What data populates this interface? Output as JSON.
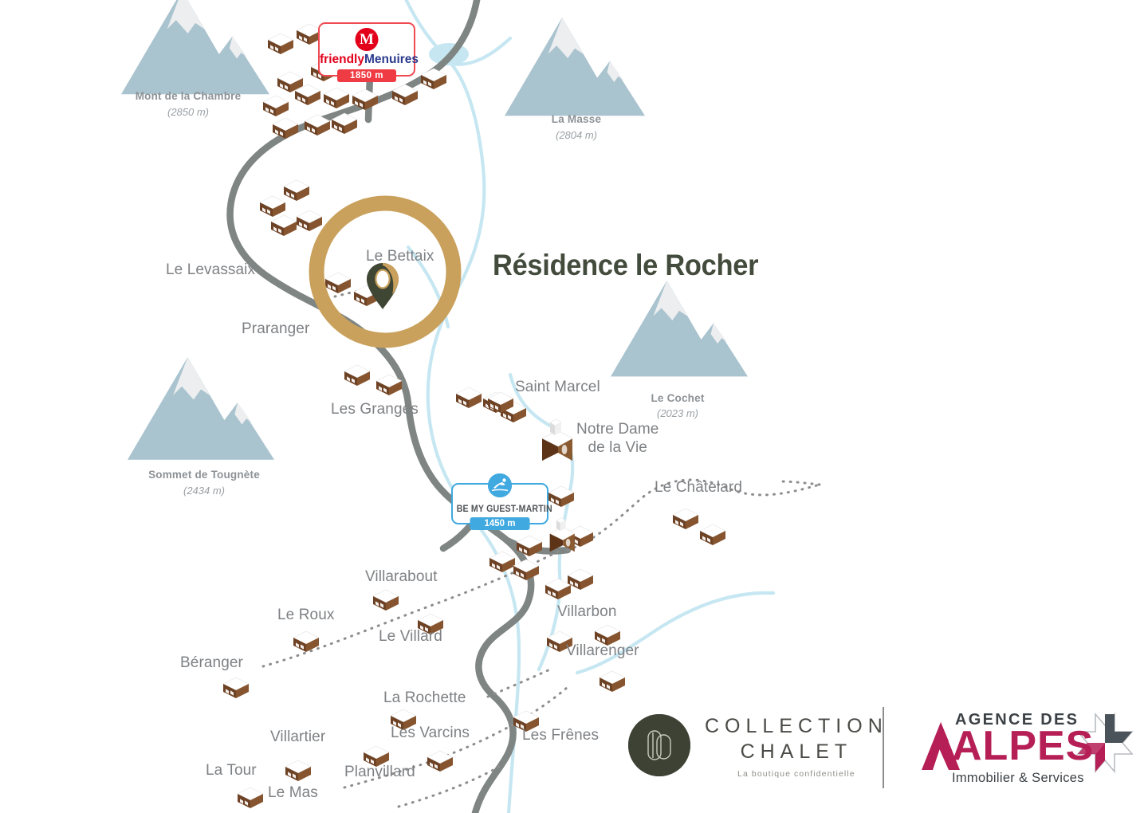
{
  "headline": {
    "title": "Résidence le Rocher"
  },
  "colors": {
    "highlight_gold": "#c9a15c",
    "pin_fill": "#3f4634",
    "mountain": "#a9c3cf",
    "mountain_snow": "#eceeef",
    "road": "#7f8582",
    "river": "#c6e7f2",
    "label_text": "#7e8184",
    "headline_text": "#434b3c",
    "menuires_red": "#e2001a",
    "menuires_blue": "#2b3a8f",
    "guest_blue": "#3fa9e0",
    "collection_dark": "#3d4235",
    "alpes_magenta": "#b51f56"
  },
  "signs": {
    "menuires": {
      "badge_icon": "m-monogram-icon",
      "word_part1": "friendly",
      "word_part2": "Menuires",
      "altitude": "1850 m"
    },
    "stmartin": {
      "badge_icon": "skier-icon",
      "word": "BE MY GUEST-MARTIN",
      "altitude": "1450 m"
    }
  },
  "mountains": [
    {
      "name": "Mont de la Chambre",
      "altitude": "(2850 m)"
    },
    {
      "name": "La Masse",
      "altitude": "(2804 m)"
    },
    {
      "name": "Sommet de Tougnète",
      "altitude": "(2434 m)"
    },
    {
      "name": "Le Cochet",
      "altitude": "(2023 m)"
    }
  ],
  "places": [
    {
      "name": "Le Levassaix"
    },
    {
      "name": "Le Bettaix"
    },
    {
      "name": "Praranger"
    },
    {
      "name": "Les Granges"
    },
    {
      "name": "Saint Marcel"
    },
    {
      "name": "Notre Dame",
      "name2": "de la Vie"
    },
    {
      "name": "Le Châtelard"
    },
    {
      "name": "Villarabout"
    },
    {
      "name": "Le Roux"
    },
    {
      "name": "Le Villard"
    },
    {
      "name": "Villarbon"
    },
    {
      "name": "Villarenger"
    },
    {
      "name": "Béranger"
    },
    {
      "name": "La Rochette"
    },
    {
      "name": "Les Varcins"
    },
    {
      "name": "Villartier"
    },
    {
      "name": "Les Frênes"
    },
    {
      "name": "La Tour"
    },
    {
      "name": "Planvillard"
    },
    {
      "name": "Le Mas"
    }
  ],
  "marker": {
    "label": "resort-location-pin"
  },
  "logos": {
    "collection": {
      "line1": "COLLECTION",
      "line2": "CHALET",
      "tagline": "La boutique confidentielle"
    },
    "alpes": {
      "top": "AGENCE DES",
      "main": "ALPES",
      "sub": "Immobilier & Services"
    }
  }
}
